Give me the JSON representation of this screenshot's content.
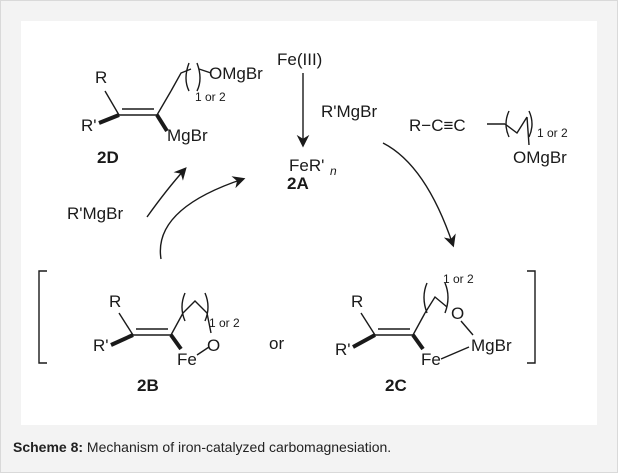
{
  "scheme": {
    "fe3": "Fe(III)",
    "reagent_top": "R'MgBr",
    "catalyst_main": "FeR'",
    "catalyst_sub": "n",
    "label_2A": "2A",
    "reagent_left": "R'MgBr",
    "alkyne_start": "R−C≡C",
    "ring_size": "1 or 2",
    "omgbr": "OMgBr",
    "or_text": "or",
    "R": "R",
    "R_prime": "R'",
    "MgBr": "MgBr",
    "Fe": "Fe",
    "O": "O",
    "label_2B": "2B",
    "label_2C": "2C",
    "label_2D": "2D"
  },
  "caption": {
    "label": "Scheme 8:",
    "text": " Mechanism of iron-catalyzed carbomagnesiation."
  },
  "colors": {
    "ink": "#1a1a1a",
    "frame_bg": "#f3f3f3",
    "border": "#d9d9d9"
  }
}
